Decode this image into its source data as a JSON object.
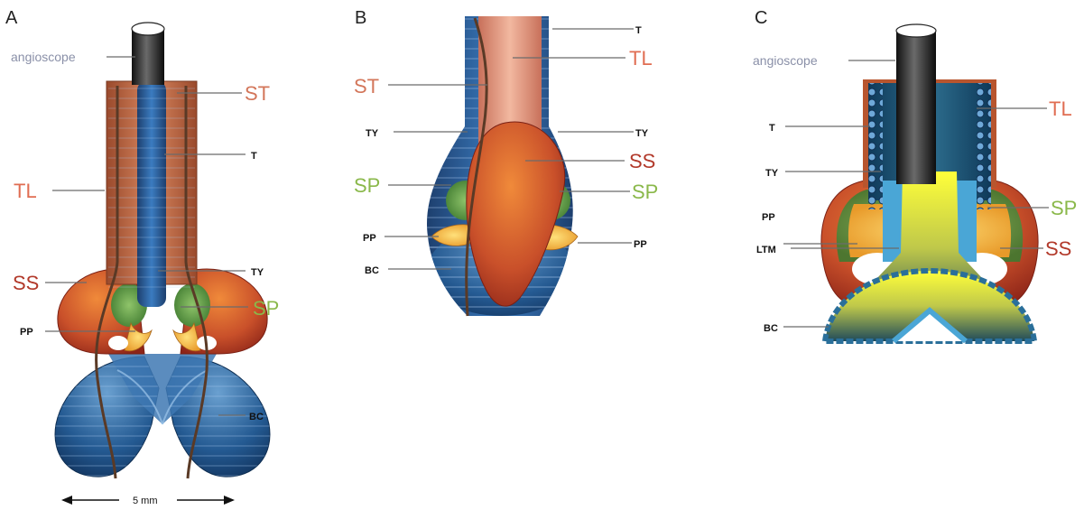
{
  "colors": {
    "ST": "#d3765a",
    "TL": "#e06d52",
    "SS": "#b2392a",
    "SP": "#8ab84a",
    "angioscope": "#8a90a8",
    "small_labels": "#111111"
  },
  "panels": {
    "A": {
      "letter": "A",
      "labels": {
        "angioscope": "angioscope",
        "ST": "ST",
        "T": "T",
        "TL": "TL",
        "TY": "TY",
        "SS": "SS",
        "SP": "SP",
        "PP": "PP",
        "BC": "BC"
      },
      "scale": "5 mm"
    },
    "B": {
      "letter": "B",
      "labels": {
        "T": "T",
        "TL": "TL",
        "ST": "ST",
        "TY_left": "TY",
        "TY_right": "TY",
        "SS": "SS",
        "SP_left": "SP",
        "SP_right": "SP",
        "PP_left": "PP",
        "PP_right": "PP",
        "BC": "BC"
      }
    },
    "C": {
      "letter": "C",
      "labels": {
        "angioscope": "angioscope",
        "TL": "TL",
        "T": "T",
        "TY": "TY",
        "SP": "SP",
        "PP": "PP",
        "LTM": "LTM",
        "SS": "SS",
        "BC": "BC"
      }
    }
  }
}
